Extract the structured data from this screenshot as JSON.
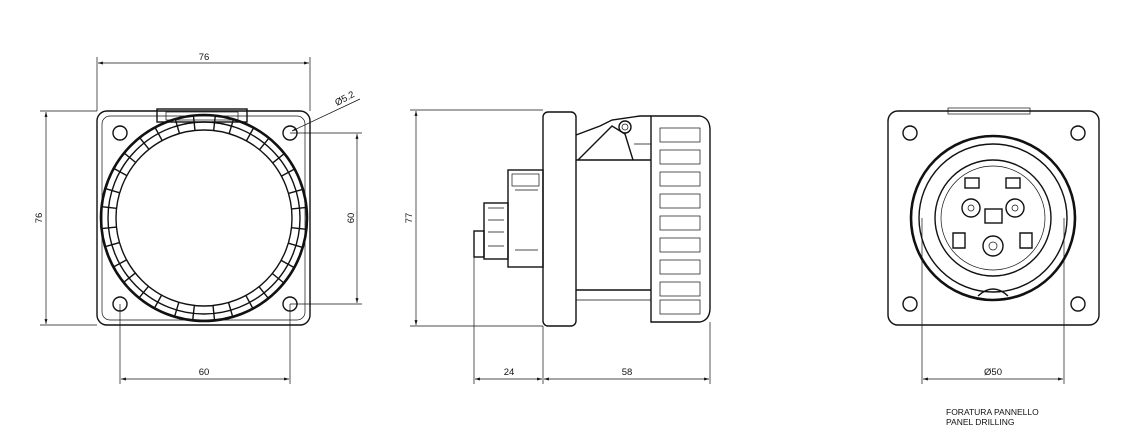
{
  "front_view": {
    "width_dim": "76",
    "height_dim": "76",
    "hole_spacing_v": "60",
    "hole_spacing_h": "60",
    "hole_dia": "Ø5.2"
  },
  "side_view": {
    "height_dim": "77",
    "rear_depth": "24",
    "front_depth": "58"
  },
  "panel_view": {
    "cutout_dia": "Ø50",
    "caption_it": "FORATURA PANNELLO",
    "caption_en": "PANEL DRILLING"
  }
}
